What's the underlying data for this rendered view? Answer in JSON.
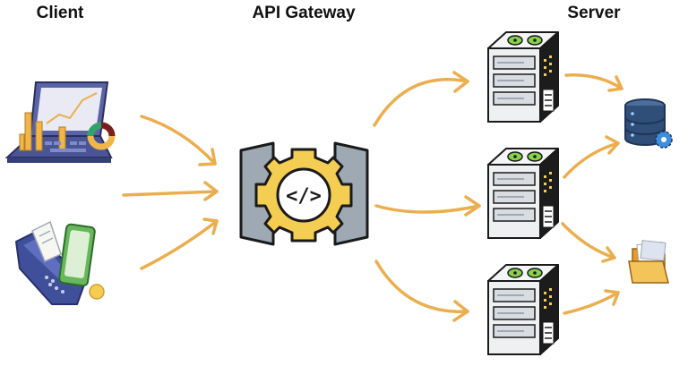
{
  "titles": {
    "client": "Client",
    "gateway": "API Gateway",
    "server": "Server"
  },
  "gateway_symbol": "</>",
  "colors": {
    "arrow": "#EBAE4E",
    "gear": "#F3CE52",
    "panel": "#9EA9B4",
    "outline": "#1A1A1A",
    "server_body": "#EEF0F2",
    "fan_green": "#86D24A",
    "database": "#2F4E78",
    "folder": "#F0B649"
  },
  "icons": {
    "client_laptop": "laptop-analytics-icon",
    "client_terminal": "payment-terminal-icon",
    "gateway": "api-gateway-icon",
    "servers": [
      "server-rack-icon",
      "server-rack-icon",
      "server-rack-icon"
    ],
    "database": "database-settings-icon",
    "folder": "file-folder-icon"
  }
}
